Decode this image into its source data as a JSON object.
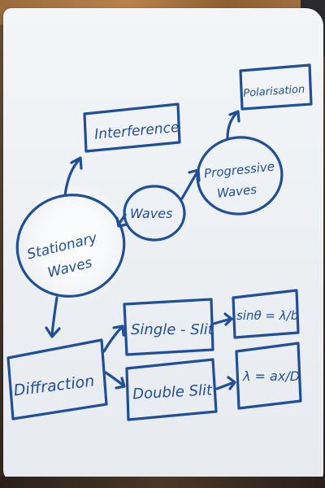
{
  "board": {
    "nodes": {
      "waves": "Waves",
      "stationary_line1": "Stationary",
      "stationary_line2": "Waves",
      "progressive_line1": "Progressive",
      "progressive_line2": "Waves",
      "interference": "Interference",
      "polarisation": "Polarisation",
      "diffraction": "Diffraction",
      "single_slit": "Single - Slit",
      "double_slit": "Double Slit",
      "formula_single": "sinθ = λ/b",
      "formula_double": "λ = ax/D"
    },
    "ink_color": "#1f4f9a"
  }
}
